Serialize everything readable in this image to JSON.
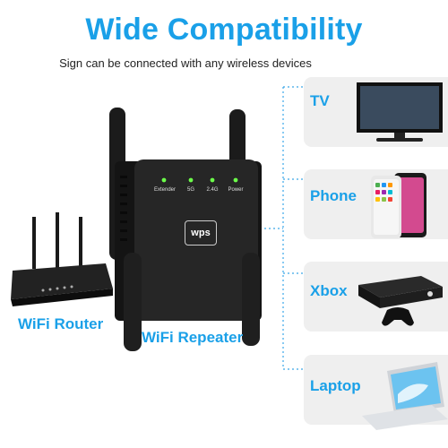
{
  "header": {
    "title": "Wide Compatibility",
    "subtitle": "Sign can be connected with any wireless devices"
  },
  "devices": [
    {
      "label": "TV",
      "icon": "tv-icon"
    },
    {
      "label": "Phone",
      "icon": "phone-icon"
    },
    {
      "label": "Xbox",
      "icon": "xbox-console-icon"
    },
    {
      "label": "Laptop",
      "icon": "laptop-icon"
    }
  ],
  "router": {
    "label": "WiFi Router"
  },
  "repeater": {
    "label": "WiFi Repeater",
    "leds": [
      "Extender",
      "5G",
      "2.4G",
      "Power"
    ],
    "button": "wps"
  },
  "colors": {
    "accent": "#1aa0e8",
    "card": "#efefef",
    "led": "#6cff4a"
  }
}
